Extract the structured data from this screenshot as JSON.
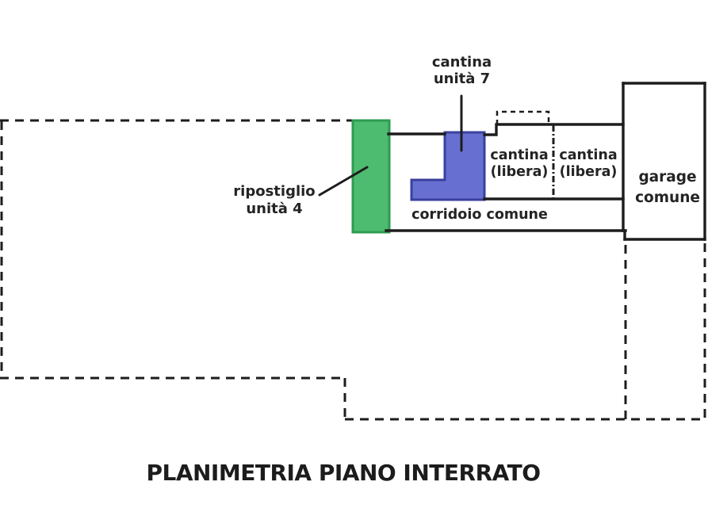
{
  "title": "PLANIMETRIA PIANO INTERRATO",
  "labels": {
    "cantina_unit7": {
      "line1": "cantina",
      "line2": "unità 7"
    },
    "ripostiglio_unit4": {
      "line1": "ripostiglio",
      "line2": "unità 4"
    },
    "cantina_libera_left": {
      "line1": "cantina",
      "line2": "(libera)"
    },
    "cantina_libera_right": {
      "line1": "cantina",
      "line2": "(libera)"
    },
    "garage_comune": {
      "line1": "garage",
      "line2": "comune"
    },
    "corridoio_comune": "corridoio comune"
  },
  "colors": {
    "background": "#ffffff",
    "wall_line": "#1d1d1d",
    "dashed_line": "#1d1d1d",
    "text": "#242424",
    "ripostiglio_fill": "#4dbb70",
    "ripostiglio_border": "#2e9b52",
    "cantina7_fill": "#6770d0",
    "cantina7_border": "#3a3f9e"
  }
}
